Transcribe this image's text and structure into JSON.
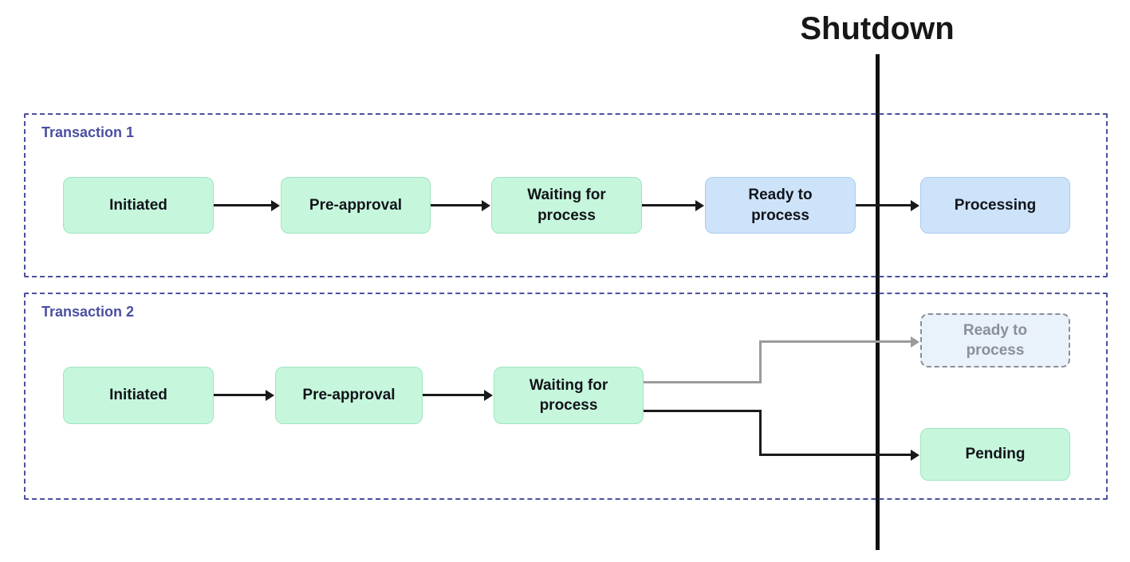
{
  "diagram": {
    "title": "Shutdown",
    "shutdown_marker_label": "Shutdown",
    "colors": {
      "lane_border": "#4a4fa0",
      "lane_label": "#4a4fa0",
      "node_green_fill": "#c6f7dc",
      "node_blue_fill": "#cde3fa",
      "node_ghost_fill": "#e9f1fb",
      "node_ghost_border": "#8b8f96",
      "node_ghost_text": "#8b8f96",
      "connector_active": "#1a1a1a",
      "connector_inactive": "#9b9b9b",
      "shutdown_line": "#111111",
      "node_text": "#12141a"
    },
    "lanes": [
      {
        "id": "transaction-1",
        "label": "Transaction 1",
        "nodes": [
          {
            "id": "t1-initiated",
            "label": "Initiated",
            "state": "green"
          },
          {
            "id": "t1-preapproval",
            "label": "Pre-approval",
            "state": "green"
          },
          {
            "id": "t1-waiting",
            "label": "Waiting for process",
            "state": "green"
          },
          {
            "id": "t1-ready",
            "label": "Ready to process",
            "state": "blue"
          },
          {
            "id": "t1-processing",
            "label": "Processing",
            "state": "blue"
          }
        ]
      },
      {
        "id": "transaction-2",
        "label": "Transaction 2",
        "nodes": [
          {
            "id": "t2-initiated",
            "label": "Initiated",
            "state": "green"
          },
          {
            "id": "t2-preapproval",
            "label": "Pre-approval",
            "state": "green"
          },
          {
            "id": "t2-waiting",
            "label": "Waiting for process",
            "state": "green"
          },
          {
            "id": "t2-ready-ghost",
            "label": "Ready to process",
            "state": "ghost"
          },
          {
            "id": "t2-pending",
            "label": "Pending",
            "state": "green"
          }
        ]
      }
    ]
  },
  "labels": {
    "shutdown": "Shutdown",
    "transaction_1": "Transaction 1",
    "transaction_2": "Transaction 2",
    "initiated": "Initiated",
    "pre_approval": "Pre-approval",
    "waiting_for_process": "Waiting for\nprocess",
    "waiting_for_process_line1": "Waiting for",
    "waiting_for_process_line2": "process",
    "ready_to_process_line1": "Ready to",
    "ready_to_process_line2": "process",
    "processing": "Processing",
    "pending": "Pending"
  }
}
